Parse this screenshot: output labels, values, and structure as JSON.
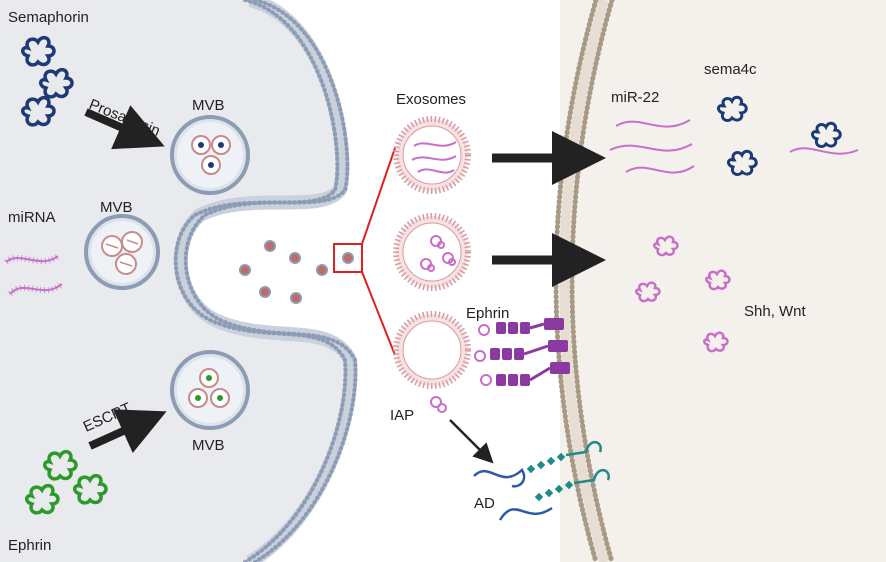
{
  "labels": {
    "semaphorin": "Semaphorin",
    "prosaposin": "Prosaposin",
    "mvb_top": "MVB",
    "mirna": "miRNA",
    "mvb_mid": "MVB",
    "escrt": "ESCRT",
    "mvb_bottom": "MVB",
    "ephrin_bottom": "Ephrin",
    "exosomes": "Exosomes",
    "ephrin_mid": "Ephrin",
    "iap": "IAP",
    "ad": "AD",
    "mir22": "miR-22",
    "sema4c": "sema4c",
    "shh_wnt": "Shh, Wnt"
  },
  "colors": {
    "left_cell": "#e8eaee",
    "right_cell": "#f4f1ec",
    "left_membrane": "#8c9cb4",
    "right_membrane": "#a89a84",
    "semaphorin": "#1c3a78",
    "mirna": "#c86ec8",
    "ephrin": "#2a9a2a",
    "exosome": "#d89aa0",
    "ephrin_receptor": "#8a3aa0",
    "teal": "#1f8a8a",
    "ad": "#2a5aa8",
    "highlight": "#e02020",
    "arrow": "#222222"
  }
}
